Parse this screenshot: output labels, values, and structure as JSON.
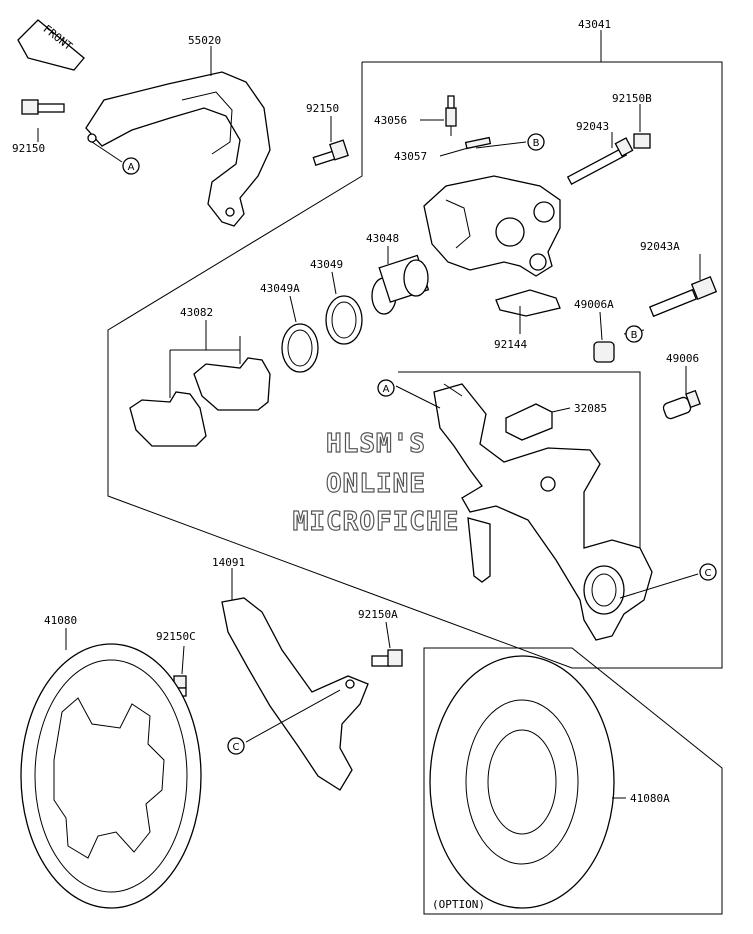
{
  "front_label": "FRONT",
  "callouts": {
    "c55020": "55020",
    "c92150_left": "92150",
    "c92150_mid": "92150",
    "c43041": "43041",
    "c43056": "43056",
    "c43057": "43057",
    "c92150B": "92150B",
    "c92043": "92043",
    "c43048": "43048",
    "c43049": "43049",
    "c43049A": "43049A",
    "c43082": "43082",
    "c92043A": "92043A",
    "c49006A": "49006A",
    "c92144": "92144",
    "c49006": "49006",
    "c32085": "32085",
    "c14091": "14091",
    "c41080": "41080",
    "c92150C": "92150C",
    "c92150A": "92150A",
    "c41080A": "41080A"
  },
  "refs": {
    "A1": "A",
    "A2": "A",
    "B1": "B",
    "B2": "B",
    "C1": "C",
    "C2": "C"
  },
  "option_label": "(OPTION)",
  "watermark": {
    "line1": "HLSM'S",
    "line2": "ONLINE",
    "line3": "MICROFICHE"
  }
}
